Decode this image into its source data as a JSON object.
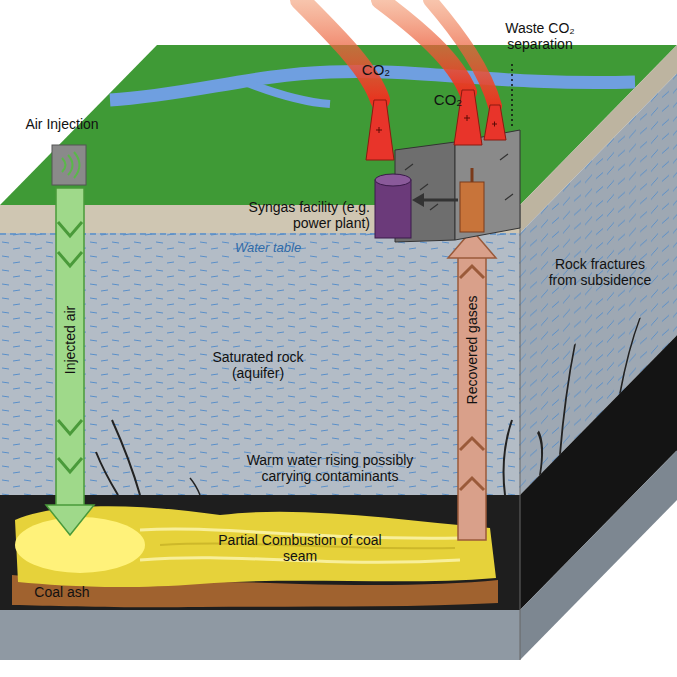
{
  "diagram": {
    "labels": [
      "CO₂",
      "CO₂",
      "Waste CO₂ separation",
      "Air Injection",
      "Syngas facility (e.g. power plant)",
      "Water table",
      "Rock fractures from subsidence",
      "Injected air",
      "Saturated rock (aquifer)",
      "Recovered gases",
      "Warm water rising possibly carrying contaminants",
      "Partial Combustion of coal seam",
      "Coal ash"
    ]
  }
}
